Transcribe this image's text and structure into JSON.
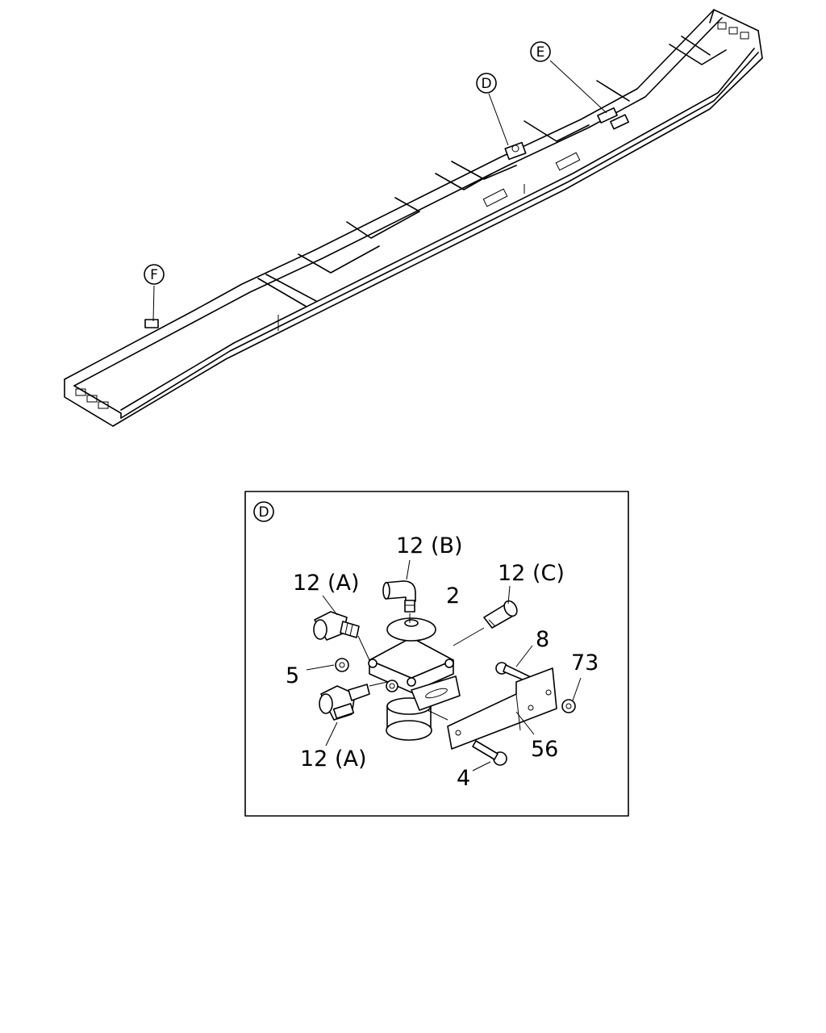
{
  "callouts": {
    "d": "D",
    "e": "E",
    "f": "F",
    "detail": "D"
  },
  "parts": {
    "p12b": "12 (B)",
    "p12a_top": "12 (A)",
    "p12c": "12 (C)",
    "p2": "2",
    "p8": "8",
    "p73": "73",
    "p5": "5",
    "p12a_bottom": "12 (A)",
    "p56": "56",
    "p4": "4"
  }
}
